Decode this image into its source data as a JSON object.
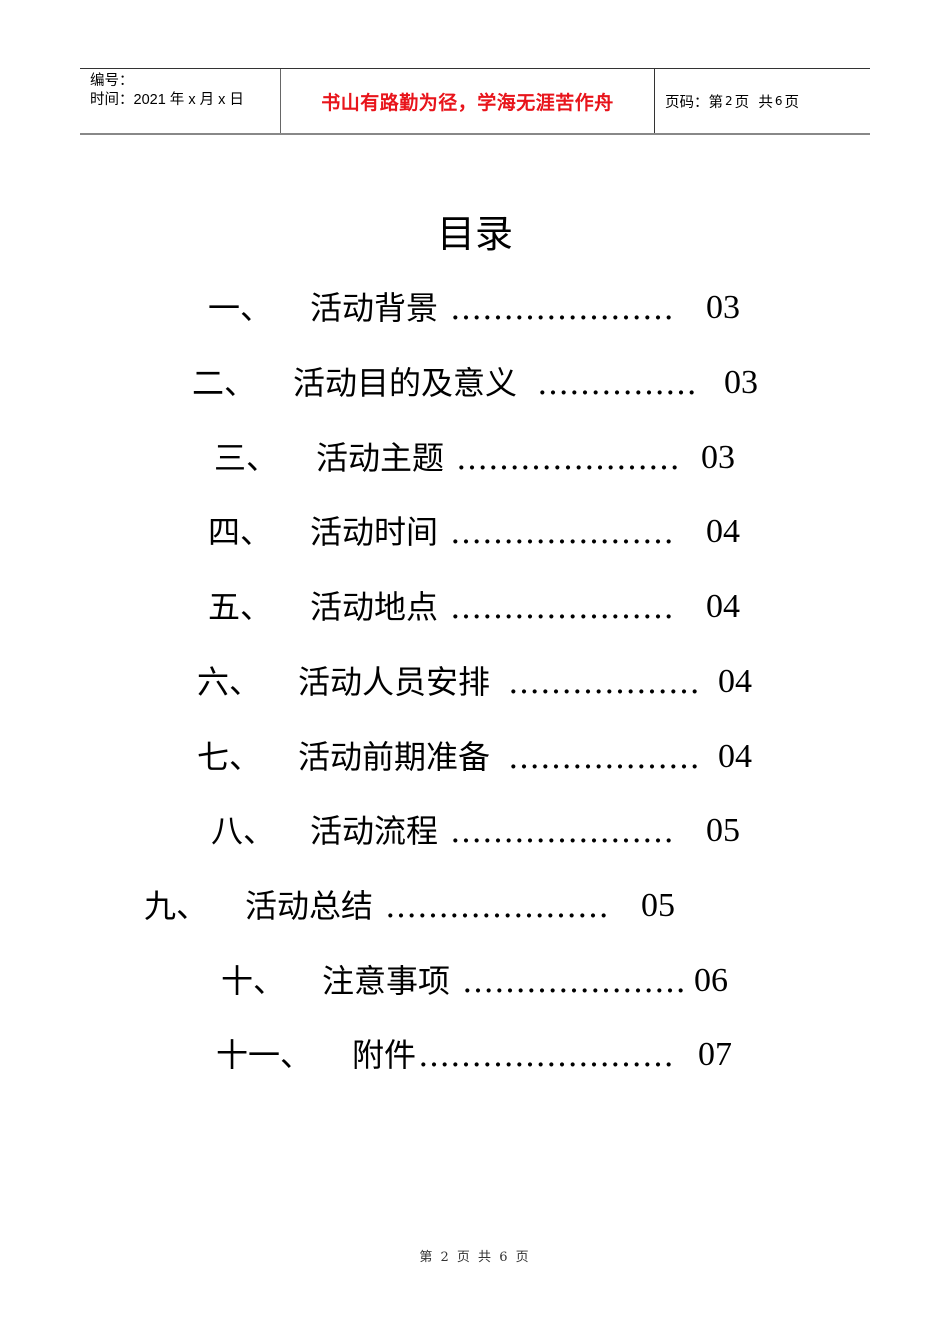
{
  "header": {
    "serial_label": "编号：",
    "date_label": "时间：2021 年 x 月 x 日",
    "motto": "书山有路勤为径，学海无涯苦作舟",
    "page_prefix": "页码：第",
    "page_current": "2",
    "page_mid": "页  共",
    "page_total": "6",
    "page_suffix": "页"
  },
  "toc": {
    "title": "目录",
    "entries": [
      {
        "num": "一、",
        "label": "活动背景",
        "dots": "…………………",
        "page": "03"
      },
      {
        "num": "二、",
        "label": "活动目的及意义",
        "dots": "……………",
        "page": "03"
      },
      {
        "num": "三、",
        "label": "活动主题",
        "dots": "…………………",
        "page": "03"
      },
      {
        "num": "四、",
        "label": "活动时间",
        "dots": "…………………",
        "page": "04"
      },
      {
        "num": "五、",
        "label": "活动地点",
        "dots": "…………………",
        "page": "04"
      },
      {
        "num": "六、",
        "label": "活动人员安排",
        "dots": "………………",
        "page": "04"
      },
      {
        "num": "七、",
        "label": "活动前期准备",
        "dots": "………………",
        "page": "04"
      },
      {
        "num": "八、",
        "label": "活动流程",
        "dots": "…………………",
        "page": "05"
      },
      {
        "num": "九、",
        "label": "活动总结",
        "dots": "…………………",
        "page": "05"
      },
      {
        "num": "十、",
        "label": "注意事项",
        "dots": "…………………",
        "page": "06"
      },
      {
        "num": "十一、",
        "label": "附件",
        "dots": "……………………",
        "page": "07"
      }
    ]
  },
  "footer": {
    "page_text": "第 2 页 共 6 页"
  }
}
